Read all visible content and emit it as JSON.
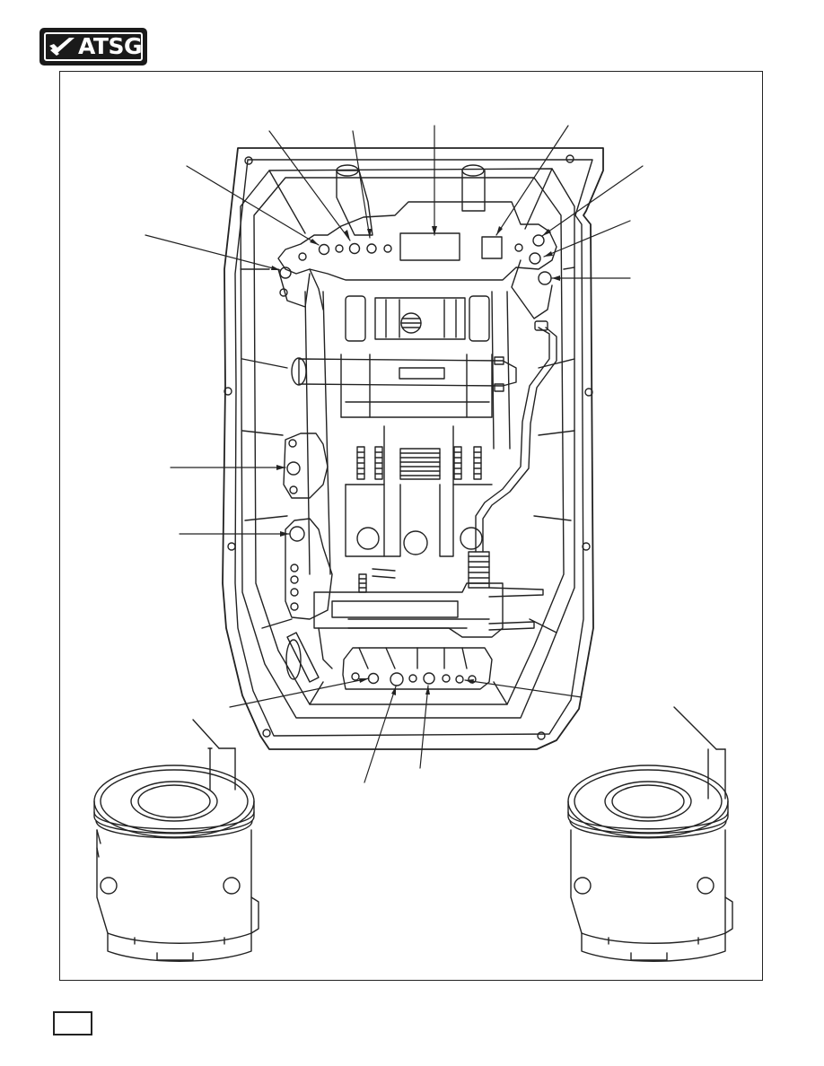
{
  "header": {
    "logo_text": "ATSG",
    "logo_icon": "checkmark-wing-icon"
  },
  "figure": {
    "subject": "transmission-oil-pan-valve-body-illustration",
    "callout_count": 16,
    "detail_views": 2
  },
  "footer": {
    "page_number": ""
  },
  "colors": {
    "ink": "#222222",
    "paper": "#ffffff",
    "logo_bg": "#1a1a1a"
  }
}
